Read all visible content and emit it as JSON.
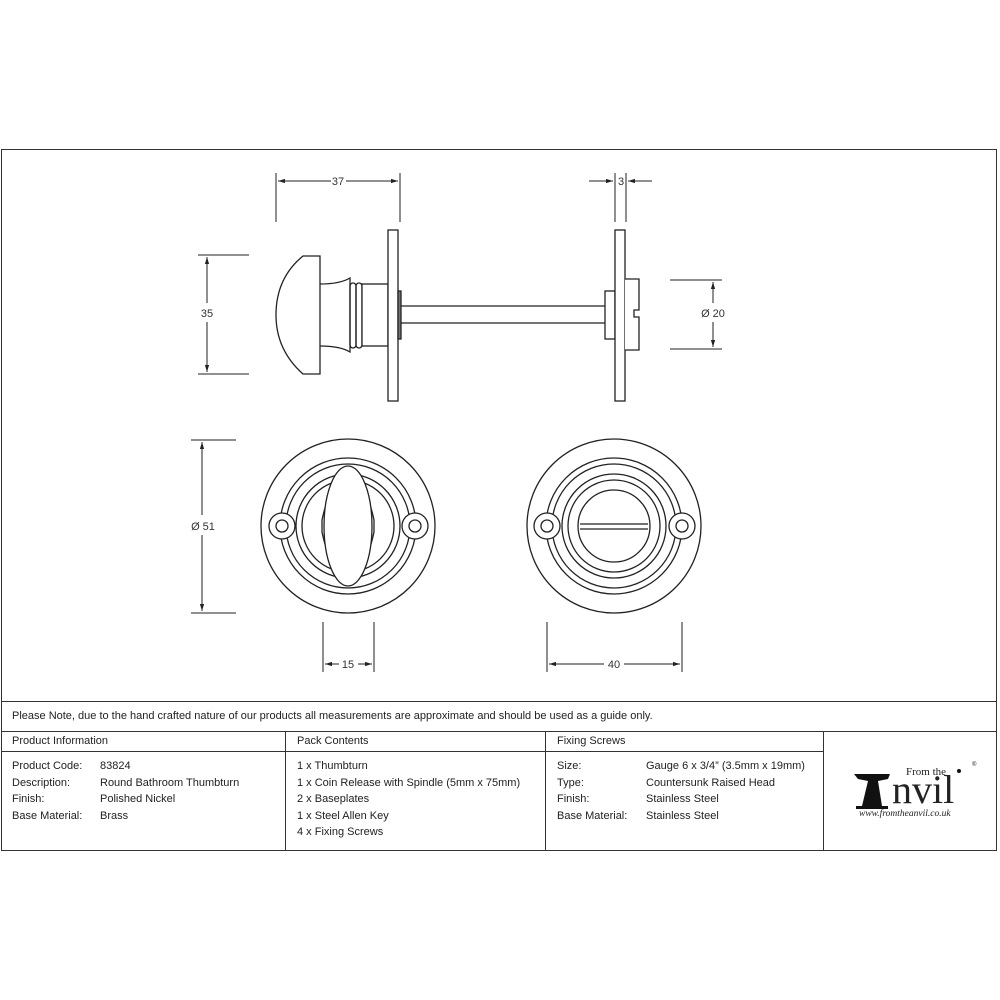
{
  "drawing": {
    "side_view_dimensions": {
      "overall_length": "37",
      "knob_height": "35",
      "plate_thickness": "3",
      "coin_release_diameter": "Ø 20"
    },
    "front_view_dimensions": {
      "rose_diameter": "Ø 51",
      "thumbturn_width": "15",
      "fixing_centres": "40"
    },
    "line_color": "#222222"
  },
  "note": "Please Note, due to the hand crafted nature of our products all measurements are approximate and should be used as a guide only.",
  "product_information": {
    "heading": "Product Information",
    "rows": [
      {
        "label": "Product Code:",
        "value": "83824"
      },
      {
        "label": "Description:",
        "value": "Round Bathroom Thumbturn"
      },
      {
        "label": "Finish:",
        "value": "Polished Nickel"
      },
      {
        "label": "Base Material:",
        "value": "Brass"
      }
    ]
  },
  "pack_contents": {
    "heading": "Pack Contents",
    "items": [
      "1 x Thumbturn",
      "1 x Coin Release with Spindle (5mm x 75mm)",
      "2 x Baseplates",
      "1 x Steel Allen Key",
      "4 x Fixing Screws"
    ]
  },
  "fixing_screws": {
    "heading": "Fixing Screws",
    "rows": [
      {
        "label": "Size:",
        "value": "Gauge 6 x 3/4” (3.5mm x 19mm)"
      },
      {
        "label": "Type:",
        "value": "Countersunk Raised Head"
      },
      {
        "label": "Finish:",
        "value": "Stainless Steel"
      },
      {
        "label": "Base Material:",
        "value": "Stainless Steel"
      }
    ]
  },
  "logo": {
    "from_the": "From the",
    "brand_initial": "A",
    "brand_rest": "nvil",
    "registered": "®",
    "url": "www.fromtheanvil.co.uk"
  }
}
